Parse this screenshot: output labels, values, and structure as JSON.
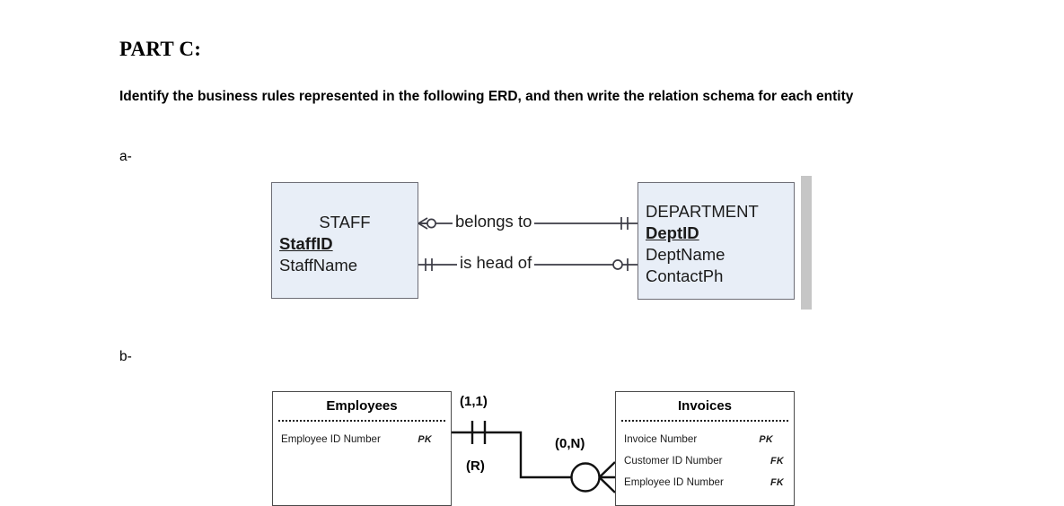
{
  "document": {
    "part_title": "PART C:",
    "instruction": "Identify the business rules represented in the following ERD, and then write the relation schema for each entity",
    "markers": {
      "a": "a-",
      "b": "b-"
    }
  },
  "diagram_a": {
    "notation": "crows-foot",
    "entities": [
      {
        "name": "STAFF",
        "primary_key": "StaffID",
        "attributes": [
          "StaffName"
        ],
        "fill_color": "#e8eef7",
        "border_color": "#6d6d76"
      },
      {
        "name": "DEPARTMENT",
        "primary_key": "DeptID",
        "attributes": [
          "DeptName",
          "ContactPh"
        ],
        "fill_color": "#e8eef7",
        "border_color": "#6d6d76"
      }
    ],
    "relationships": [
      {
        "label": "belongs to",
        "from": "STAFF",
        "to": "DEPARTMENT",
        "from_cardinality": "zero-or-many",
        "to_cardinality": "exactly-one"
      },
      {
        "label": "is head of",
        "from": "STAFF",
        "to": "DEPARTMENT",
        "from_cardinality": "exactly-one",
        "to_cardinality": "zero-or-one"
      }
    ]
  },
  "diagram_b": {
    "notation": "min-max-crows-foot",
    "entities": [
      {
        "name": "Employees",
        "attributes": [
          {
            "label": "Employee ID Number",
            "key": "PK"
          }
        ]
      },
      {
        "name": "Invoices",
        "attributes": [
          {
            "label": "Invoice Number",
            "key": "PK"
          },
          {
            "label": "Customer ID Number",
            "key": "FK"
          },
          {
            "label": "Employee ID Number",
            "key": "FK"
          }
        ]
      }
    ],
    "cardinality_labels": {
      "employees_side": "(1,1)",
      "employees_side_note": "(R)",
      "invoices_side": "(0,N)"
    }
  }
}
